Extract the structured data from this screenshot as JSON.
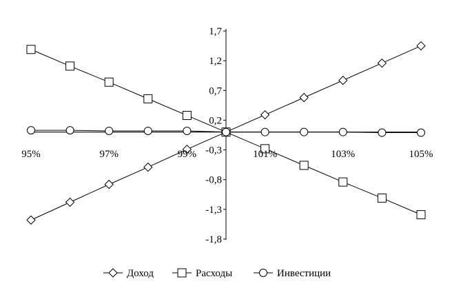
{
  "chart_data": {
    "type": "line",
    "x": [
      "95%",
      "96%",
      "97%",
      "98%",
      "99%",
      "100%",
      "101%",
      "102%",
      "103%",
      "104%",
      "105%"
    ],
    "x_tick_labels": [
      "95%",
      "97%",
      "99%",
      "101%",
      "103%",
      "105%"
    ],
    "y_tick_labels": [
      "1,7",
      "1,2",
      "0,7",
      "0,2",
      "-0,3",
      "-0,8",
      "-1,3",
      "-1,8"
    ],
    "ylim": [
      -1.8,
      1.7
    ],
    "grid": false,
    "legend_position": "bottom",
    "series": [
      {
        "name": "Доход",
        "marker": "diamond",
        "values": [
          -1.48,
          -1.18,
          -0.88,
          -0.59,
          -0.29,
          0.0,
          0.29,
          0.58,
          0.87,
          1.16,
          1.45
        ]
      },
      {
        "name": "Расходы",
        "marker": "square",
        "values": [
          1.39,
          1.11,
          0.84,
          0.56,
          0.28,
          0.0,
          -0.28,
          -0.56,
          -0.84,
          -1.11,
          -1.39
        ]
      },
      {
        "name": "Инвестиции",
        "marker": "circle",
        "values": [
          0.03,
          0.03,
          0.02,
          0.02,
          0.02,
          0.0,
          0.0,
          0.0,
          0.0,
          -0.01,
          -0.01
        ]
      }
    ]
  }
}
